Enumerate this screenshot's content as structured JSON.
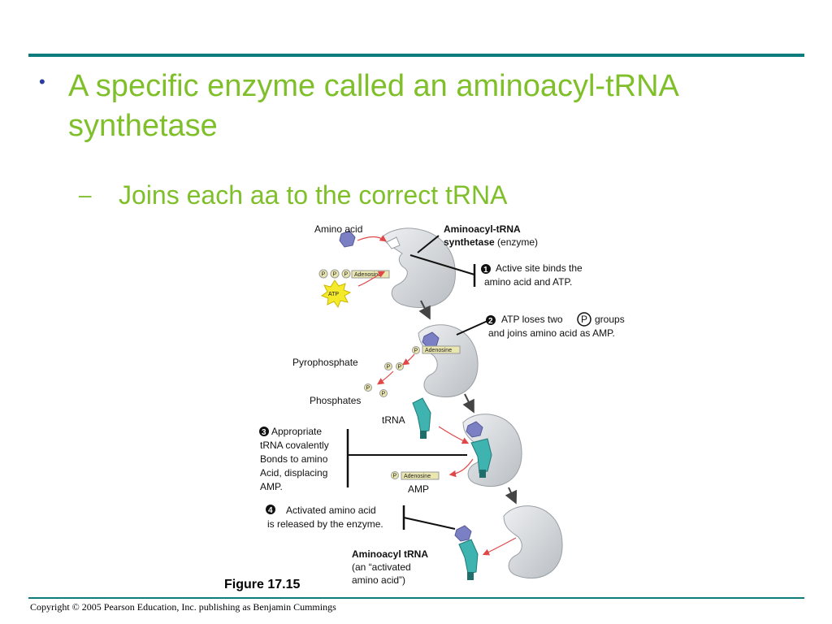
{
  "slide": {
    "bullet_glyph": "•",
    "heading": "A specific enzyme called an aminoacyl-tRNA synthetase",
    "sub_dash": "–",
    "subheading": "Joins each aa to the correct tRNA",
    "copyright": "Copyright © 2005 Pearson Education, Inc. publishing as Benjamin Cummings"
  },
  "figure": {
    "caption": "Figure 17.15",
    "amino_acid": "Amino acid",
    "enzyme_title_line1": "Aminoacyl-tRNA",
    "enzyme_title_line2_bold": "synthetase",
    "enzyme_title_line2_rest": "(enzyme)",
    "step1_num": "1",
    "step1_line1": "Active site binds the",
    "step1_line2": "amino acid and ATP.",
    "step2_num": "2",
    "step2_part1": "ATP loses two",
    "step2_part2": "groups",
    "step2_line2": "and joins amino acid as AMP.",
    "step3_num": "3",
    "step3_lines": [
      "Appropriate",
      "tRNA covalently",
      "Bonds to amino",
      "Acid, displacing",
      "AMP."
    ],
    "step4_num": "4",
    "step4_line1": "Activated amino acid",
    "step4_line2": "is released by the enzyme.",
    "pyrophosphate": "Pyrophosphate",
    "phosphates": "Phosphates",
    "trna": "tRNA",
    "amp": "AMP",
    "adenosine": "Adenosine",
    "atp": "ATP",
    "p": "P",
    "aminoacyl_trna": "Aminoacyl tRNA",
    "aminoacyl_trna_sub1": "(an “activated",
    "aminoacyl_trna_sub2": "amino acid”)"
  },
  "colors": {
    "heading": "#7fbf2a",
    "bullet": "#2a3d9e",
    "rule": "#0d7c7c",
    "enzyme": "#cfd3d6",
    "amino_acid": "#7b7fc4",
    "trna": "#3fb3b0",
    "atp_burst": "#f5ea2a",
    "phosphate": "#e9e6b0",
    "arrow_red": "#e04848"
  }
}
